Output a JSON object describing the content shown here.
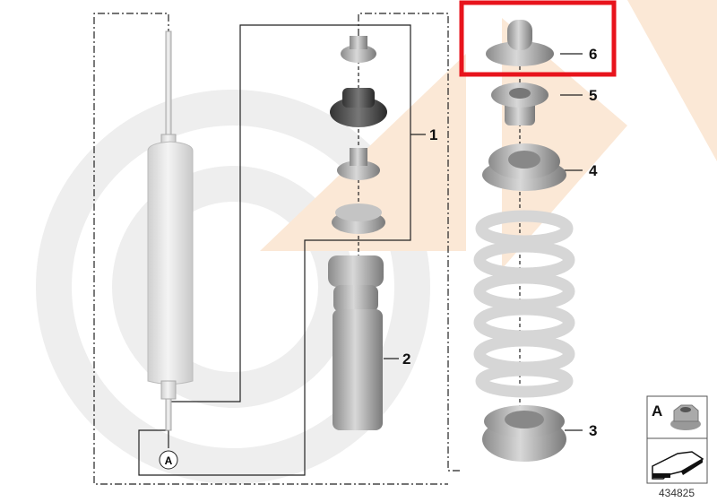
{
  "diagram": {
    "part_labels": [
      "1",
      "2",
      "3",
      "4",
      "5",
      "6"
    ],
    "highlighted_part": "6",
    "reference_marker": "A",
    "legend": {
      "marker": "A",
      "nut_icon": "hex-flange-nut-icon",
      "arrow_icon": "direction-arrow-icon"
    },
    "diagram_number": "434825",
    "colors": {
      "highlight": "#e8141c",
      "watermark_gray": "#ececec",
      "watermark_peach": "#fbe8d6",
      "part_gray": "#b4b4b4"
    }
  }
}
